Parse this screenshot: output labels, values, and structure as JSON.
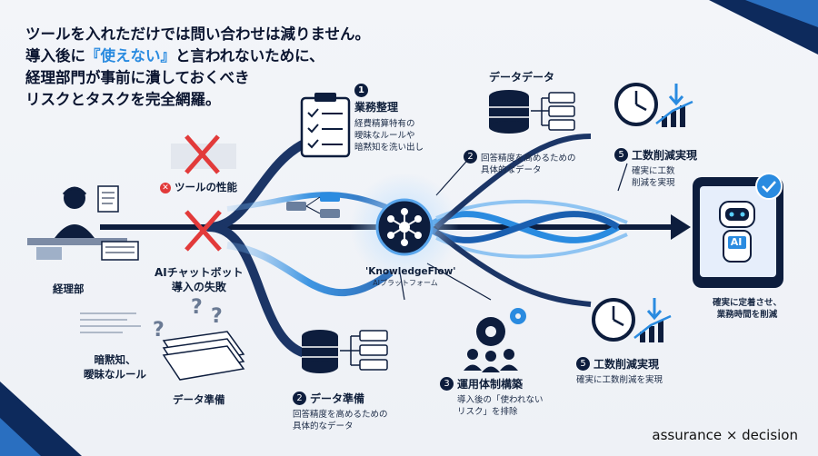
{
  "headline": {
    "line1": "ツールを入れただけでは問い合わせは減りません。",
    "line2_pre": "導入後に",
    "line2_hl": "『使えない』",
    "line2_post": "と言われないために、",
    "line3": "経理部門が事前に潰しておくべき",
    "line4": "リスクとタスクを完全網羅。"
  },
  "left": {
    "dept_label": "経理部",
    "tacit_label_1": "暗黙知、",
    "tacit_label_2": "曖昧なルール",
    "data_prep_label": "データ準備"
  },
  "failures": {
    "tool_perf": "ツールの性能",
    "chatbot_1": "AIチャットボット",
    "chatbot_2": "導入の失敗"
  },
  "center": {
    "product_name": "'KnowledgeFlow'",
    "product_sub": "AIプラットフォーム"
  },
  "steps": {
    "s1": {
      "num": "1",
      "title": "業務整理",
      "desc1": "経費精算特有の",
      "desc2": "曖昧なルールや",
      "desc3": "暗黙知を洗い出し"
    },
    "data_top": "データデータ",
    "s2_top": {
      "num": "2",
      "desc1": "回答精度を高めるための",
      "desc2": "具体的なデータ"
    },
    "s5_top": {
      "num": "5",
      "title": "工数削減実現",
      "desc1": "確実に工数",
      "desc2": "削減を実現"
    },
    "s2_bottom": {
      "num": "2",
      "title": "データ準備",
      "desc1": "回答精度を高めるための",
      "desc2": "具体的なデータ"
    },
    "s3": {
      "num": "3",
      "title": "運用体制構築",
      "desc1": "導入後の「使われない",
      "desc2": "リスク」を排除"
    },
    "s5_bottom": {
      "num": "5",
      "title": "工数削減実現",
      "desc": "確実に工数削減を実現"
    }
  },
  "right": {
    "ai_badge": "AI",
    "result_1": "確実に定着させ、",
    "result_2": "業務時間を削減"
  },
  "brand": "assurance × decision",
  "colors": {
    "navy": "#0d1d3d",
    "blue": "#2a8be0",
    "red": "#e23a3a",
    "light": "#cfe2f7"
  }
}
